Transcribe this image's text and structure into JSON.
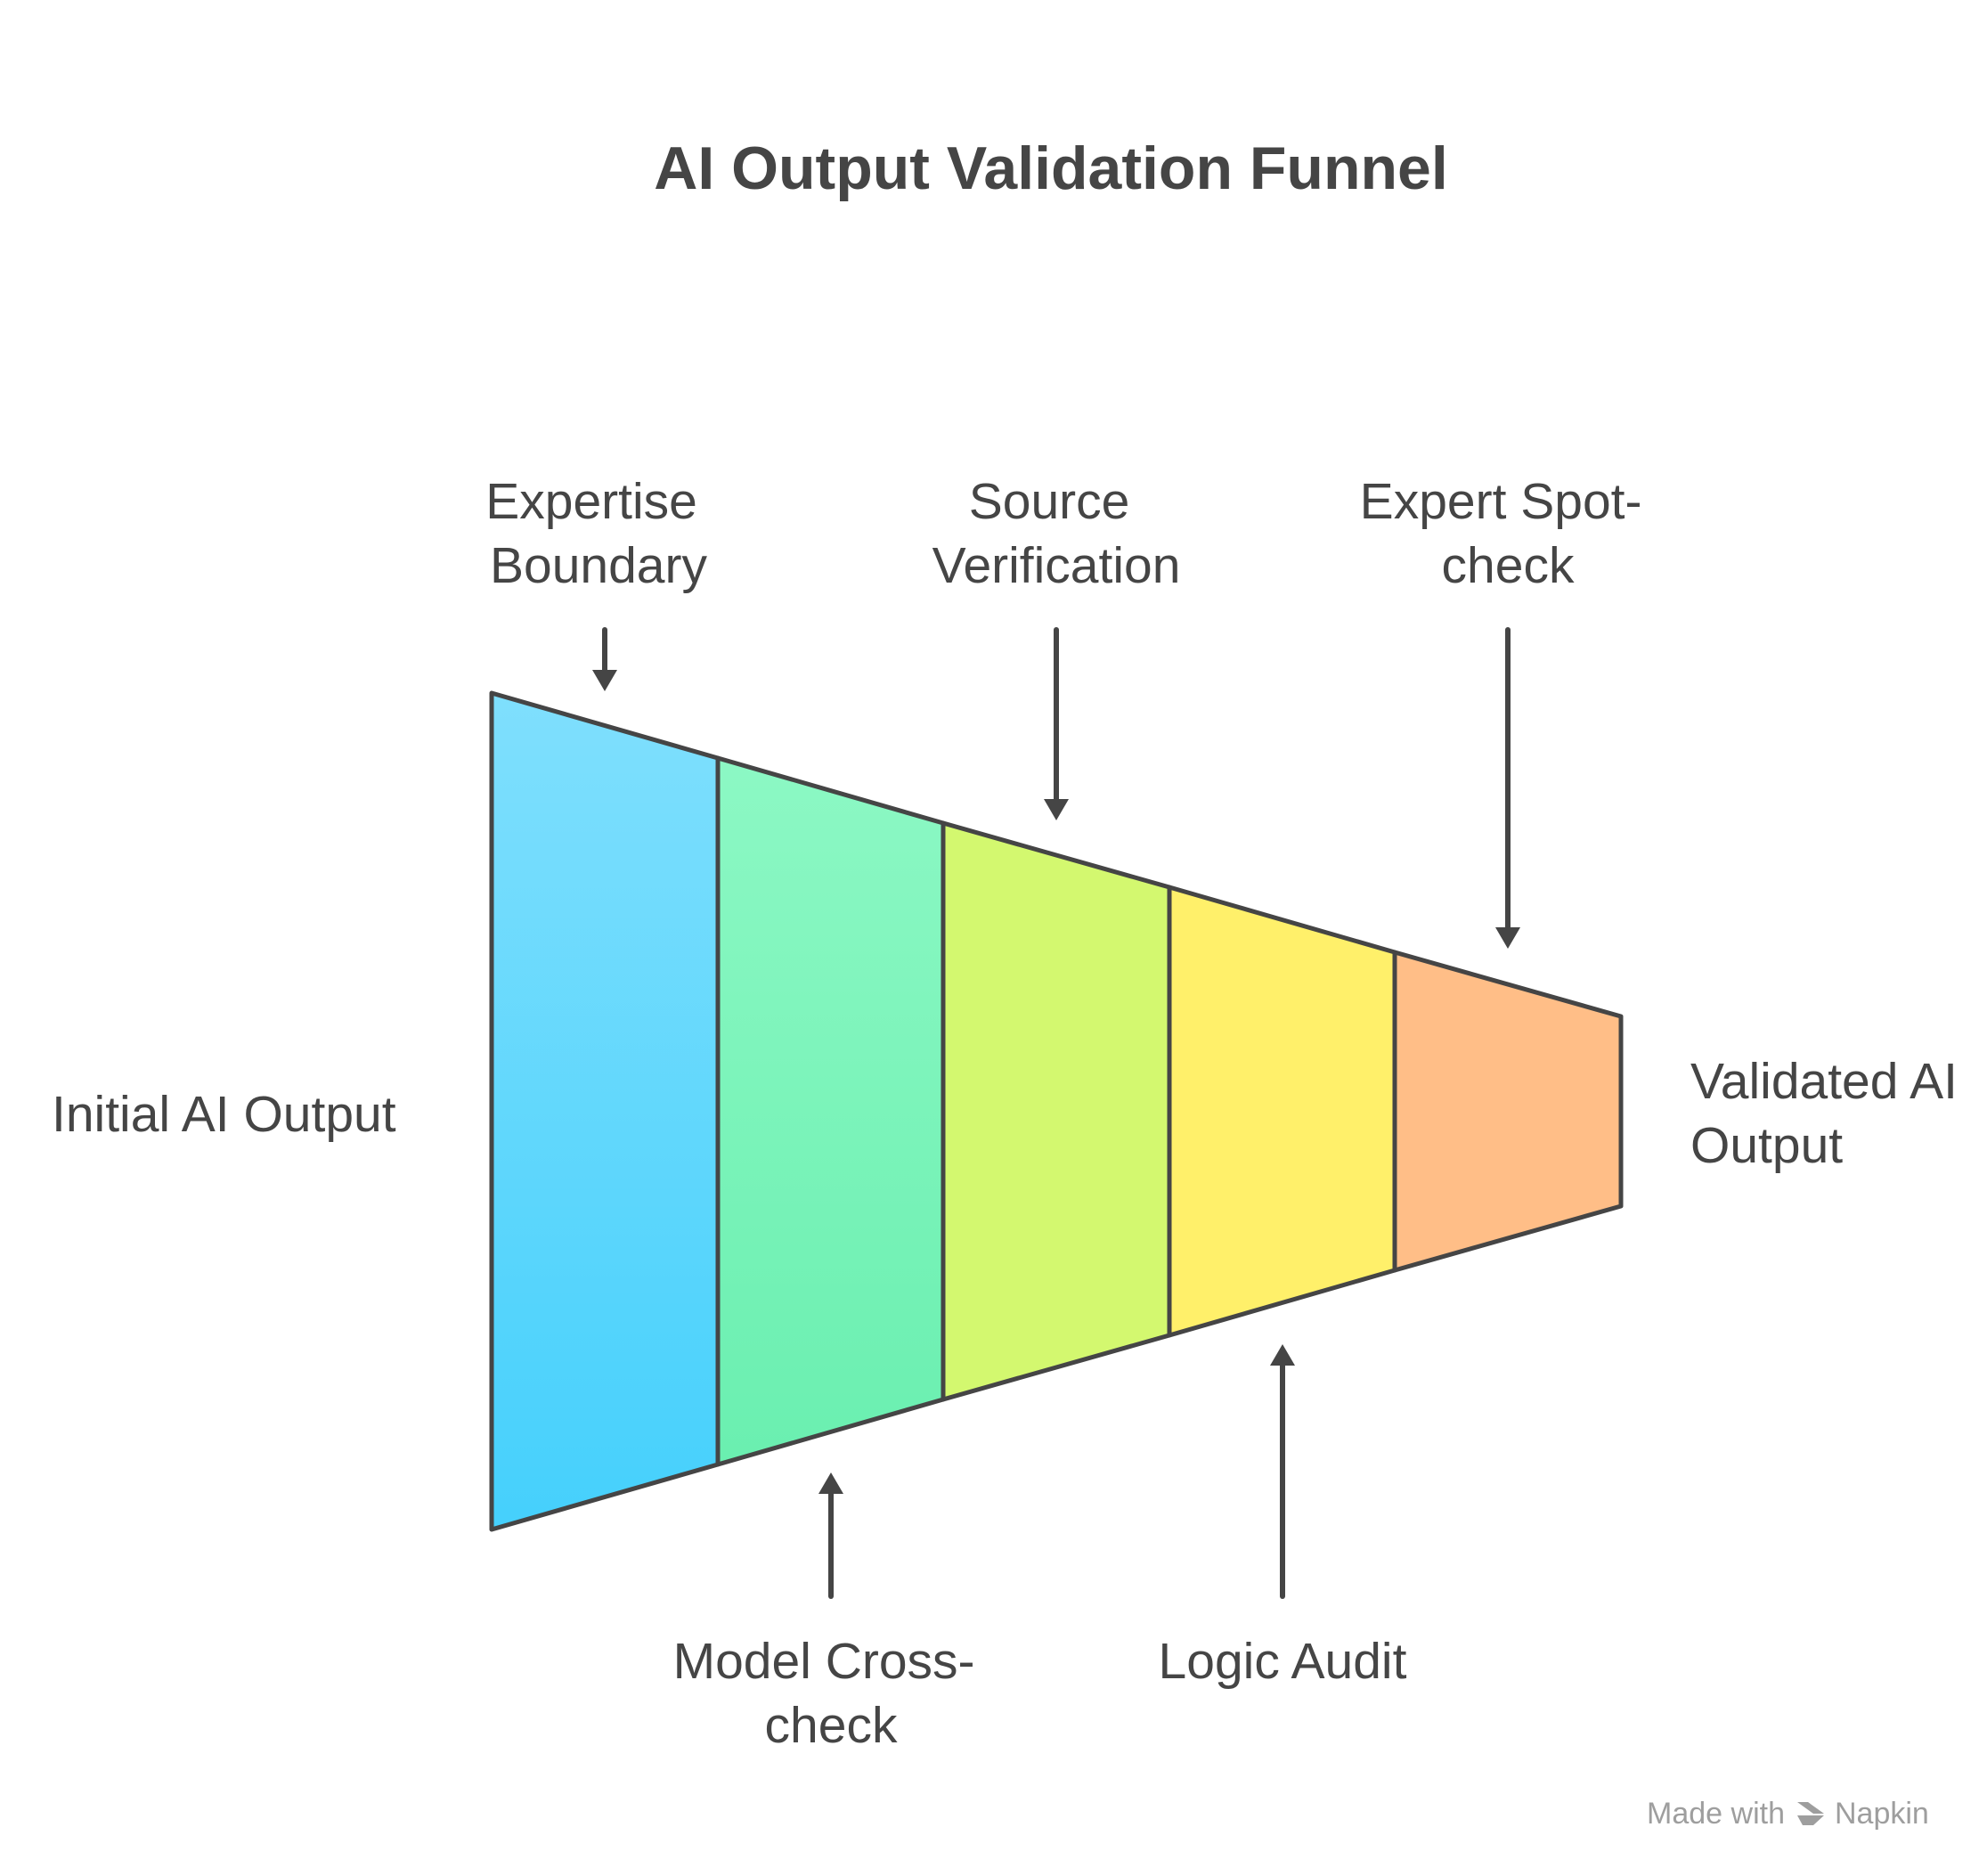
{
  "title": "AI Output Validation Funnel",
  "start_label": "Initial AI Output",
  "end_label": [
    "Validated AI",
    "Output"
  ],
  "stages": [
    {
      "label_lines": [
        "Expertise",
        "Boundary"
      ],
      "position": "top",
      "color_top": "#7fdffd",
      "color_bottom": "#45d0fc"
    },
    {
      "label_lines": [
        "Model Cross-",
        "check"
      ],
      "position": "bottom",
      "color_top": "#8cf8c4",
      "color_bottom": "#6aefb0"
    },
    {
      "label_lines": [
        "Source",
        "Verification"
      ],
      "position": "top",
      "color_top": "#d3f86f",
      "color_bottom": "#d3f86f"
    },
    {
      "label_lines": [
        "Logic Audit"
      ],
      "position": "bottom",
      "color_top": "#fff06a",
      "color_bottom": "#fff06a"
    },
    {
      "label_lines": [
        "Expert Spot-",
        "check"
      ],
      "position": "top",
      "color_top": "#ffbe87",
      "color_bottom": "#ffbe87"
    }
  ],
  "footer": {
    "prefix": "Made with",
    "brand": "Napkin"
  }
}
